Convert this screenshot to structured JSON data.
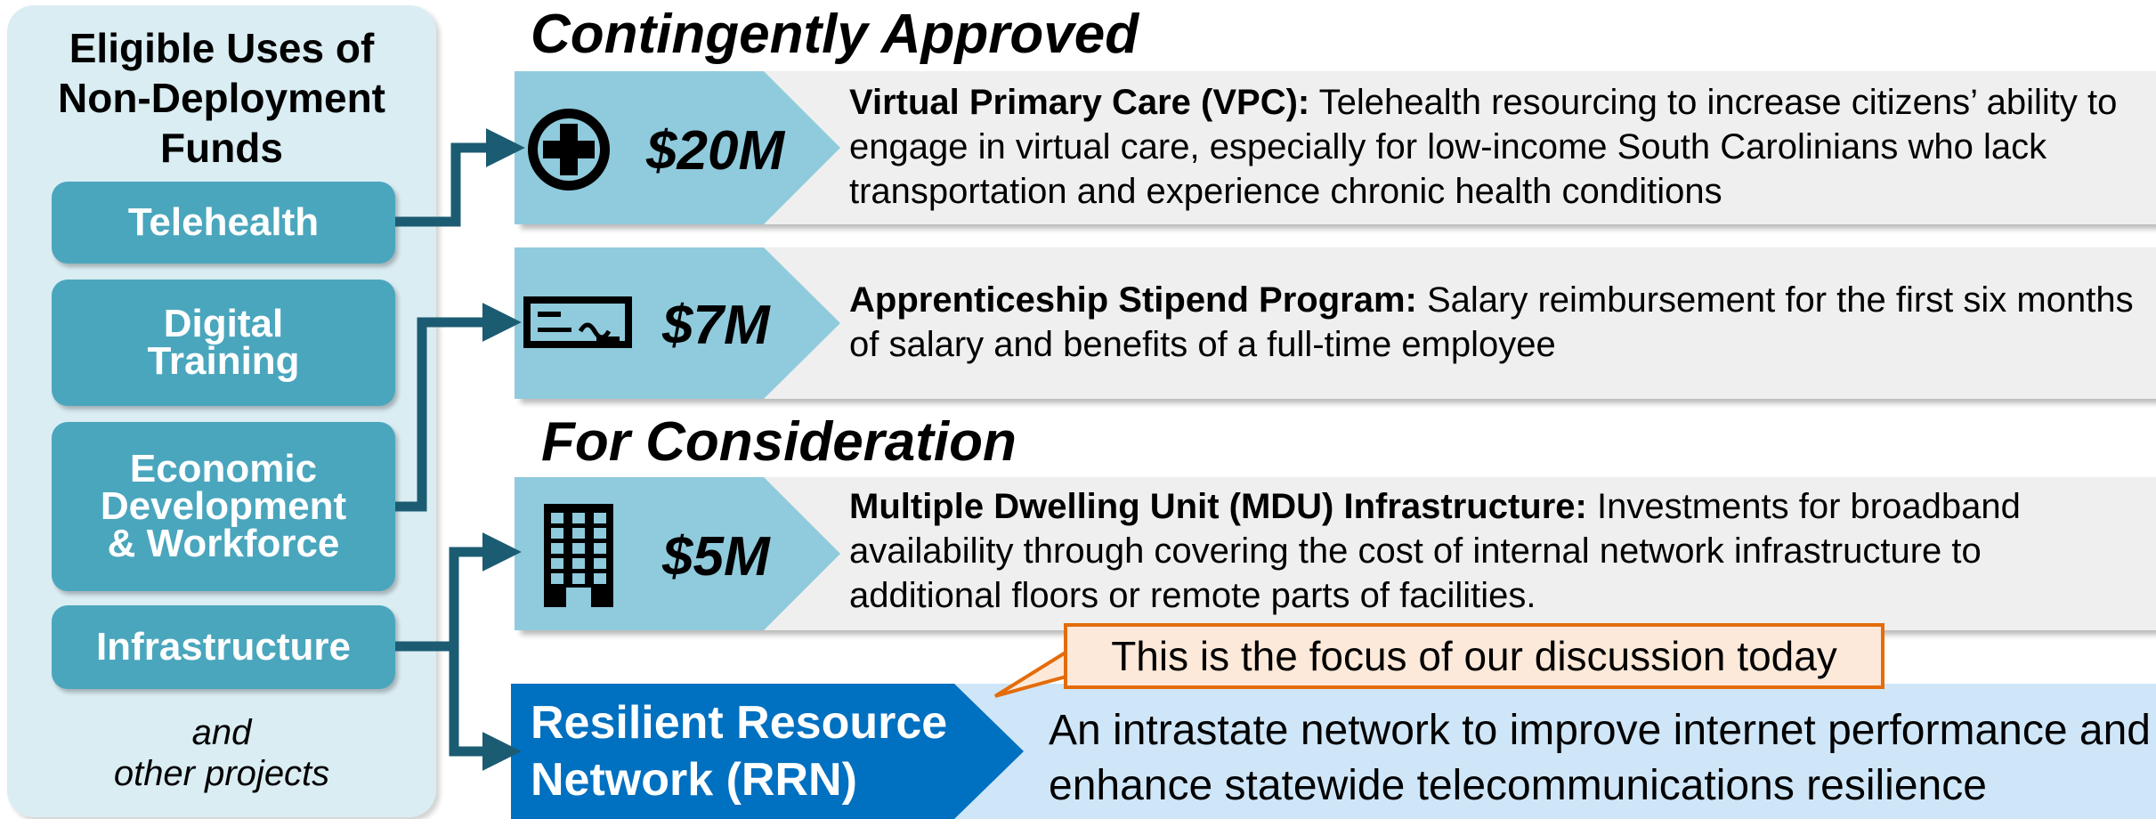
{
  "left_panel": {
    "title": "Eligible Uses of Non-Deployment Funds",
    "categories": {
      "telehealth": "Telehealth",
      "digital_training_1": "Digital",
      "digital_training_2": "Training",
      "economic_1": "Economic",
      "economic_2": "Development",
      "economic_3": "& Workforce",
      "infrastructure": "Infrastructure"
    },
    "and_other_1": "and",
    "and_other_2": "other projects"
  },
  "sections": {
    "approved": "Contingently Approved",
    "consideration": "For Consideration"
  },
  "programs": [
    {
      "amount": "$20M",
      "icon": "medical-cross-icon",
      "name": "Virtual Primary Care (VPC):",
      "description": " Telehealth resourcing to increase citizens’ ability to engage in virtual care, especially for low-income South Carolinians who lack transportation and experience chronic health conditions"
    },
    {
      "amount": "$7M",
      "icon": "check-icon",
      "name": "Apprenticeship Stipend Program:",
      "description": " Salary reimbursement for the first six months of salary and benefits of a full-time employee"
    },
    {
      "amount": "$5M",
      "icon": "building-icon",
      "name": "Multiple Dwelling Unit (MDU) Infrastructure:",
      "description": " Investments for broadband availability through covering the cost of internal network infrastructure to additional floors or remote parts of facilities."
    }
  ],
  "callout": "This is the focus of our discussion today",
  "rrn": {
    "title_1": "Resilient Resource",
    "title_2": "Network (RRN)",
    "description": "An intrastate network to improve internet performance and enhance statewide telecommunications resilience"
  },
  "colors": {
    "panel_bg": "#daedf3",
    "category_bg": "#4aa6bd",
    "arrow": "#1b5c72",
    "amount_chevron": "#8fcbdc",
    "rrn_dark": "#0070c0",
    "rrn_light": "#cfe6f8",
    "callout_border": "#e46c0a",
    "callout_fill": "#fde9d9"
  }
}
